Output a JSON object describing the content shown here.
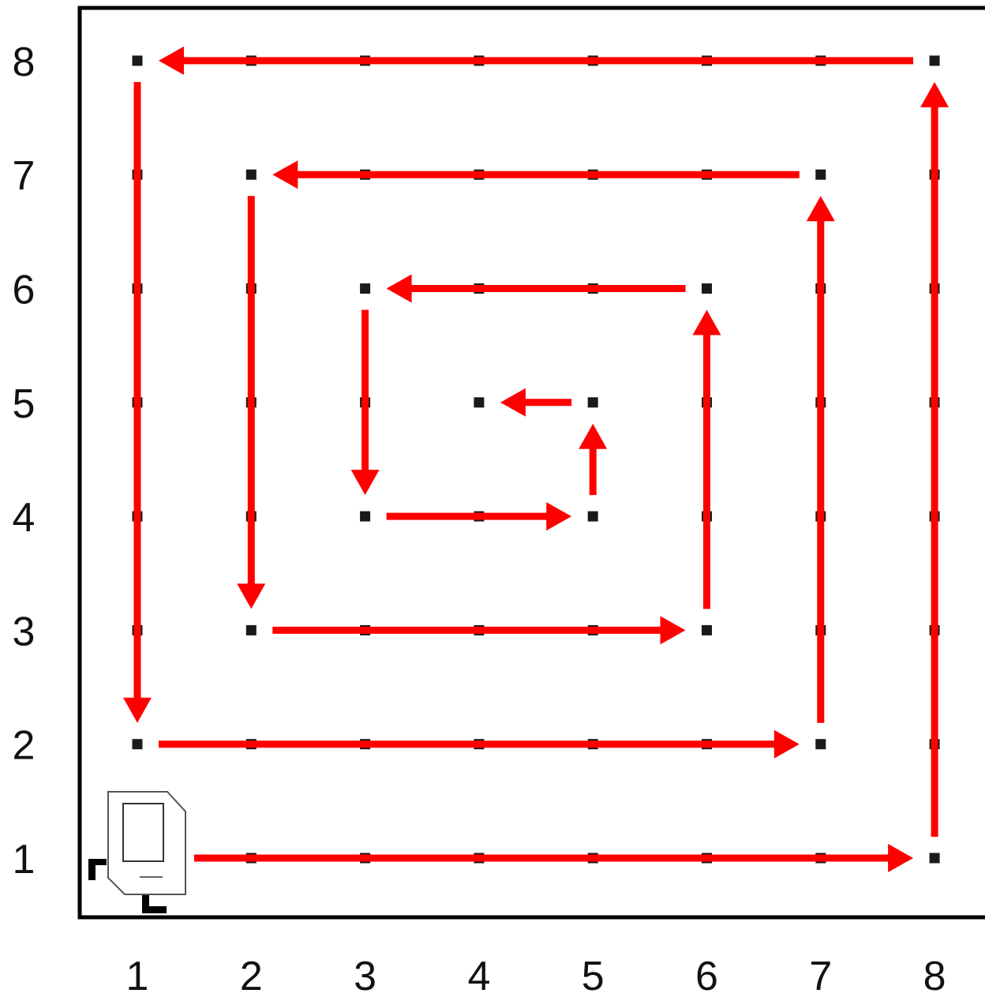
{
  "colors": {
    "frame": "#000000",
    "arrow": "#ff0000",
    "grid_dot": "#1a1a1a",
    "label": "#111111",
    "robot_body": "#ffffff",
    "robot_outline": "#555555",
    "robot_wheels": "#000000"
  },
  "axes": {
    "x_labels": [
      "1",
      "2",
      "3",
      "4",
      "5",
      "6",
      "7",
      "8"
    ],
    "y_labels": [
      "1",
      "2",
      "3",
      "4",
      "5",
      "6",
      "7",
      "8"
    ]
  },
  "grid": {
    "columns": 8,
    "rows": 8
  },
  "robot": {
    "icon": "robot-icon",
    "start_cell": [
      1,
      1
    ]
  },
  "path": {
    "description_icon": "arrow-icon",
    "segments": [
      {
        "from": [
          1,
          1
        ],
        "to": [
          8,
          1
        ]
      },
      {
        "from": [
          8,
          1
        ],
        "to": [
          8,
          8
        ]
      },
      {
        "from": [
          8,
          8
        ],
        "to": [
          1,
          8
        ]
      },
      {
        "from": [
          1,
          8
        ],
        "to": [
          1,
          2
        ]
      },
      {
        "from": [
          1,
          2
        ],
        "to": [
          7,
          2
        ]
      },
      {
        "from": [
          7,
          2
        ],
        "to": [
          7,
          7
        ]
      },
      {
        "from": [
          7,
          7
        ],
        "to": [
          2,
          7
        ]
      },
      {
        "from": [
          2,
          7
        ],
        "to": [
          2,
          3
        ]
      },
      {
        "from": [
          2,
          3
        ],
        "to": [
          6,
          3
        ]
      },
      {
        "from": [
          6,
          3
        ],
        "to": [
          6,
          6
        ]
      },
      {
        "from": [
          6,
          6
        ],
        "to": [
          3,
          6
        ]
      },
      {
        "from": [
          3,
          6
        ],
        "to": [
          3,
          4
        ]
      },
      {
        "from": [
          3,
          4
        ],
        "to": [
          5,
          4
        ]
      },
      {
        "from": [
          5,
          4
        ],
        "to": [
          5,
          5
        ]
      },
      {
        "from": [
          5,
          5
        ],
        "to": [
          4,
          5
        ]
      }
    ]
  }
}
